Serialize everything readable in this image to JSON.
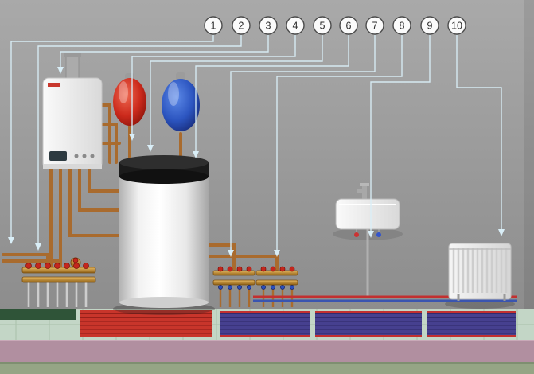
{
  "callouts": [
    {
      "label": "1"
    },
    {
      "label": "2"
    },
    {
      "label": "3"
    },
    {
      "label": "4"
    },
    {
      "label": "5"
    },
    {
      "label": "6"
    },
    {
      "label": "7"
    },
    {
      "label": "8"
    },
    {
      "label": "9"
    },
    {
      "label": "10"
    }
  ],
  "colors": {
    "leader_line": "#d9eef7",
    "wall": "#9c9c9c",
    "copper": "#a96b2e",
    "tank_red": "#cc2a1c",
    "tank_blue": "#2c55c0",
    "mat_red": "#c8352b",
    "mat_blue": "#46408f",
    "floor_tile": "#c3d6c6",
    "mauve_band": "#b18fa0",
    "bottom_band": "#95a585"
  }
}
